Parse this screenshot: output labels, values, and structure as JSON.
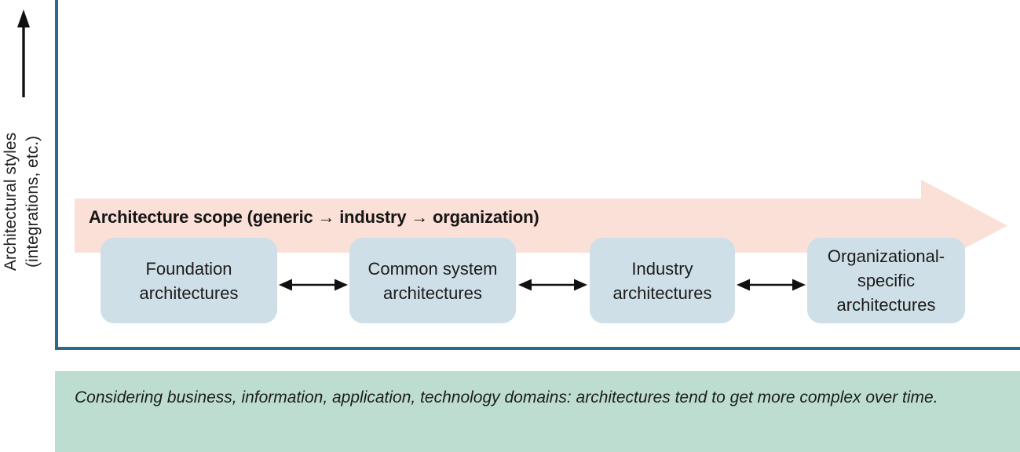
{
  "diagram": {
    "y_axis": {
      "label_line1": "Architectural styles",
      "label_line2": "(integrations, etc.)"
    },
    "scope_arrow": {
      "label": "Architecture scope (generic → industry → organization)"
    },
    "boxes": [
      {
        "line1": "Foundation",
        "line2": "architectures"
      },
      {
        "line1": "Common system",
        "line2": "architectures"
      },
      {
        "line1": "Industry",
        "line2": "architectures"
      },
      {
        "line1": "Organizational-",
        "line2": "specific",
        "line3": "architectures"
      }
    ],
    "caption": "Considering business, information, application, technology domains: architectures tend to get more complex over time.",
    "colors": {
      "axis_line": "#2a6a8d",
      "scope_arrow_fill": "#fbe0d7",
      "box_fill": "#cfdfe7",
      "caption_background": "#bcddd0",
      "connector_black": "#111111"
    }
  }
}
